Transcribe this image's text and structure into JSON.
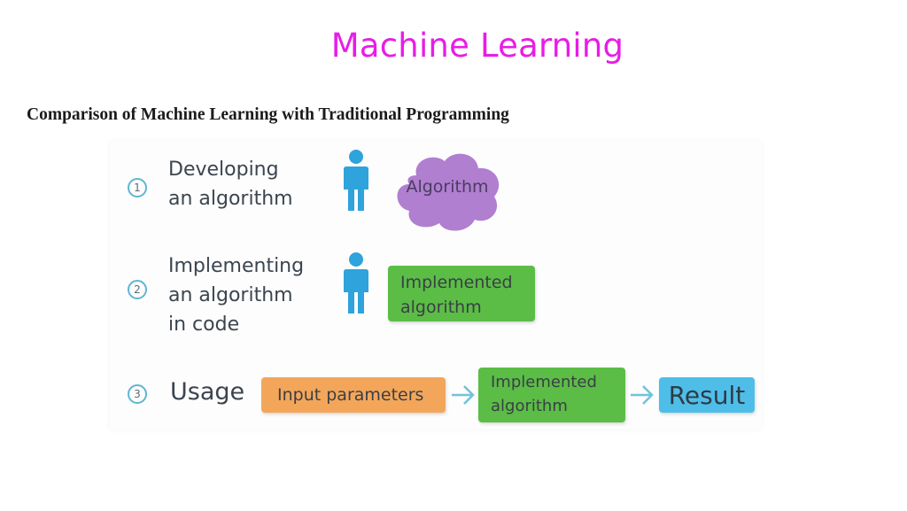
{
  "page": {
    "title": "Machine Learning",
    "subtitle": "Comparison of Machine Learning with Traditional Programming"
  },
  "colors": {
    "title": "#e81ce6",
    "person": "#2ea3dc",
    "cloud": "#b07fd0",
    "green_box": "#5bbd46",
    "orange_box": "#f3a65a",
    "blue_box": "#4ebee8",
    "arrow": "#6fc3da"
  },
  "steps": [
    {
      "number": "1",
      "label": "Developing\nan algorithm",
      "icon": "person-icon",
      "output": "Algorithm"
    },
    {
      "number": "2",
      "label": "Implementing\nan algorithm\nin code",
      "icon": "person-icon",
      "output": "Implemented\nalgorithm"
    },
    {
      "number": "3",
      "label": "Usage",
      "flow": [
        "Input parameters",
        "Implemented\nalgorithm",
        "Result"
      ]
    }
  ]
}
